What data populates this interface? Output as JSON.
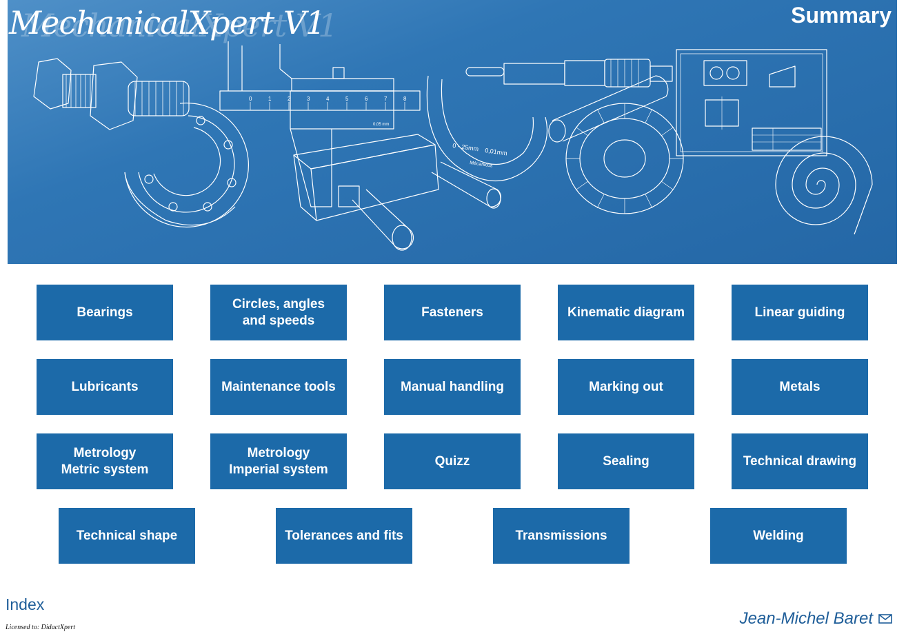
{
  "header": {
    "app_title": "MechanicalXpert V1",
    "page_title": "Summary"
  },
  "topics": [
    {
      "label": "Bearings"
    },
    {
      "label": "Circles, angles\nand speeds"
    },
    {
      "label": "Fasteners"
    },
    {
      "label": "Kinematic diagram"
    },
    {
      "label": "Linear guiding"
    },
    {
      "label": "Lubricants"
    },
    {
      "label": "Maintenance tools"
    },
    {
      "label": "Manual handling"
    },
    {
      "label": "Marking out"
    },
    {
      "label": "Metals"
    },
    {
      "label": "Metrology\nMetric system"
    },
    {
      "label": "Metrology\nImperial system"
    },
    {
      "label": "Quizz"
    },
    {
      "label": "Sealing"
    },
    {
      "label": "Technical drawing"
    },
    {
      "label": "Technical shape"
    },
    {
      "label": "Tolerances and fits"
    },
    {
      "label": "Transmissions"
    },
    {
      "label": "Welding"
    }
  ],
  "footer": {
    "index_label": "Index",
    "license_text": "Licensed to: DidactXpert",
    "author_name": "Jean-Michel Baret",
    "mail_icon": "mail-icon"
  },
  "banner_art": {
    "caliper_scale": [
      "0",
      "1",
      "2",
      "3",
      "4",
      "5",
      "6",
      "7",
      "8"
    ],
    "caliper_vernier": "0,05 mm",
    "micrometer_range": "0 - 25mm",
    "micrometer_res": "0,01mm",
    "micrometer_brand": "Mécanicus"
  },
  "colors": {
    "banner": "#2f76b5",
    "button": "#1c6aa9",
    "link": "#1f5e99"
  }
}
